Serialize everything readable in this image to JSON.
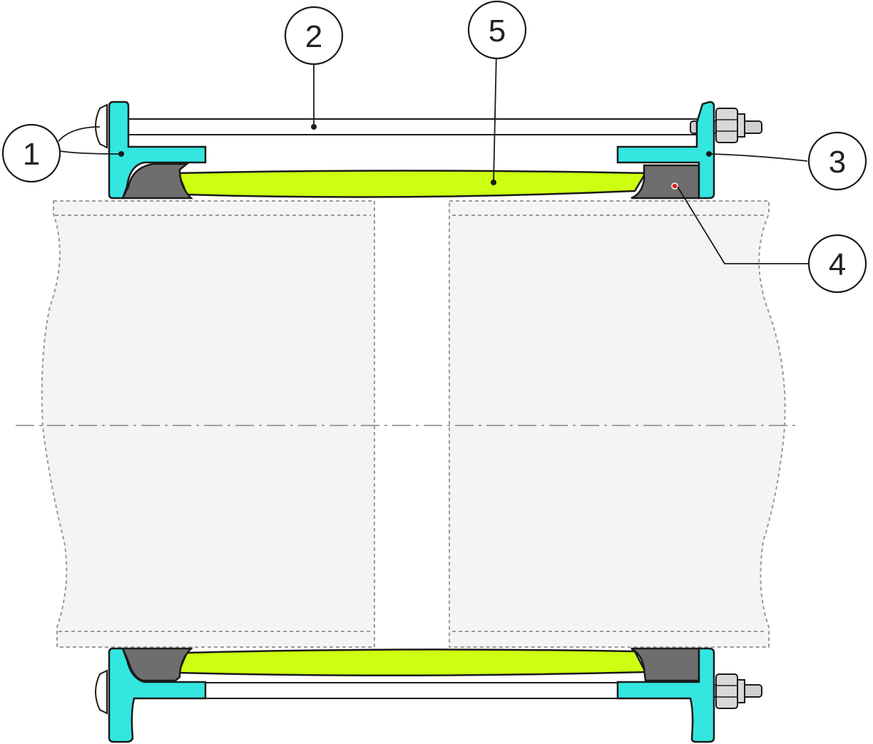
{
  "callouts": [
    {
      "id": "1",
      "label": "1"
    },
    {
      "id": "2",
      "label": "2"
    },
    {
      "id": "3",
      "label": "3"
    },
    {
      "id": "4",
      "label": "4"
    },
    {
      "id": "5",
      "label": "5"
    }
  ],
  "colors": {
    "flange": "#33E6E0",
    "gasket": "#6E6E6E",
    "sleeve": "#CCFF11",
    "outline": "#1A1A1A",
    "pipe_fill": "#F4F4F6",
    "pipe_edge": "#9A9A9A",
    "axis": "#A0A0A0"
  }
}
